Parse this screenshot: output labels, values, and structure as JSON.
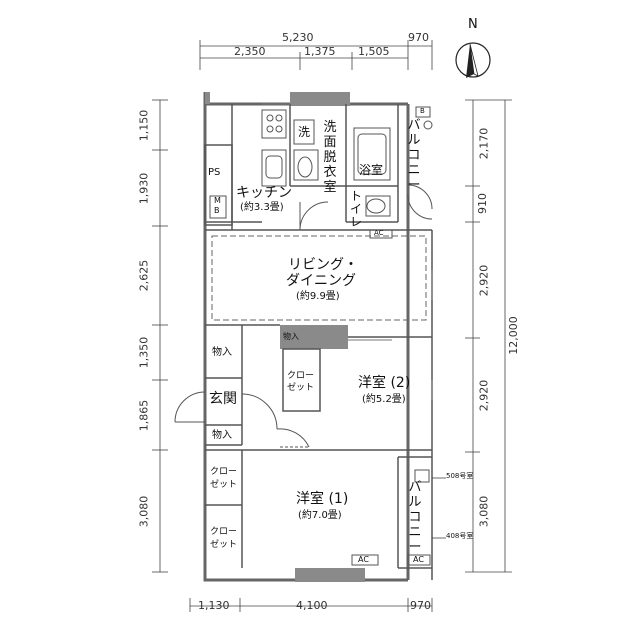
{
  "compass": {
    "label": "N"
  },
  "dimensions": {
    "top_total": "5,230",
    "top_right": "970",
    "top_sub": [
      "2,350",
      "1,375",
      "1,505"
    ],
    "bottom": [
      "1,130",
      "4,100",
      "970"
    ],
    "left": [
      "1,150",
      "1,930",
      "2,625",
      "1,350",
      "1,865",
      "3,080"
    ],
    "right": [
      "2,170",
      "910",
      "2,920",
      "2,920",
      "3,080"
    ],
    "right_total": "12,000"
  },
  "rooms": {
    "kitchen": {
      "name": "キッチン",
      "area": "(約3.3畳)"
    },
    "ldk": {
      "name_line1": "リビング・",
      "name_line2": "ダイニング",
      "area": "(約9.9畳)"
    },
    "western2": {
      "name": "洋室 (2)",
      "area": "(約5.2畳)"
    },
    "western1": {
      "name": "洋室 (1)",
      "area": "(約7.0畳)"
    },
    "bath": {
      "name": "浴室"
    },
    "washroom": {
      "chars": [
        "洗",
        "面",
        "脱",
        "衣",
        "室"
      ]
    },
    "toilet": {
      "chars": [
        "ト",
        "イ",
        "レ"
      ]
    },
    "balcony_top": {
      "chars": [
        "バ",
        "ル",
        "コ",
        "ニ",
        "ー"
      ]
    },
    "balcony_bottom": {
      "chars": [
        "バ",
        "ル",
        "コ",
        "ニ",
        "ー"
      ]
    },
    "entrance": {
      "name": "玄関"
    },
    "storage_upper": {
      "name": "物入"
    },
    "storage_lower": {
      "name": "物入"
    },
    "storage_small": {
      "name": "物入"
    },
    "closet_w2": {
      "line1": "クロー",
      "line2": "ゼット"
    },
    "closet_a": {
      "line1": "クロー",
      "line2": "ゼット"
    },
    "closet_b": {
      "line1": "クロー",
      "line2": "ゼット"
    }
  },
  "fixtures": {
    "washer": "洗",
    "ps": "PS",
    "mb_top": "M",
    "mb_bottom": "B",
    "ac_ldk": "AC",
    "ac_w1": "AC",
    "ac_balcony": "AC",
    "b_label": "B"
  },
  "annotations": {
    "unit_508": "508号室",
    "unit_408": "408号室"
  }
}
